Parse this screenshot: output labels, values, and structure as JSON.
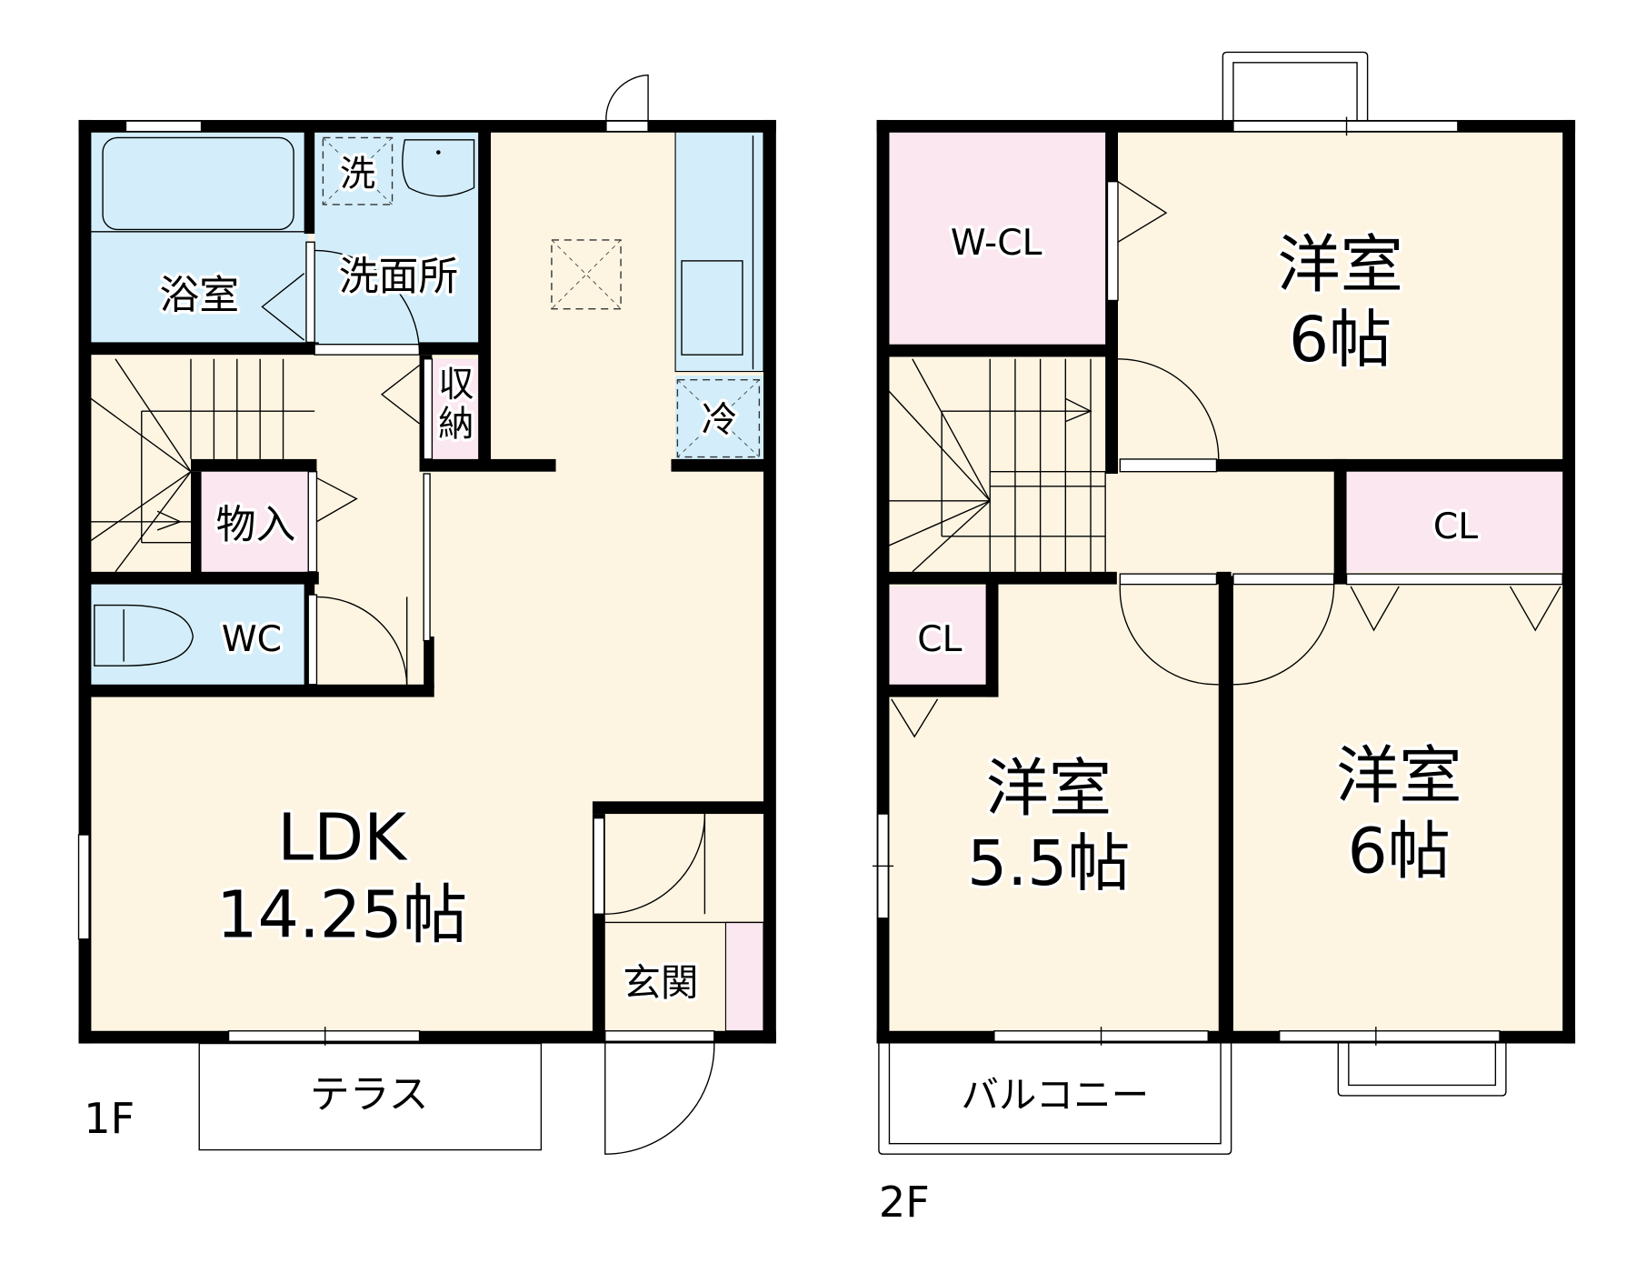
{
  "colors": {
    "wall": "#000000",
    "living_floor": "#FDF5E2",
    "wet_area": "#D3EEFA",
    "storage": "#FBE7F0",
    "background": "#FFFFFF"
  },
  "floor1": {
    "label": "1F",
    "rooms": {
      "bath": "浴室",
      "washroom": "洗面所",
      "washer": "洗",
      "storage": "収納",
      "closet": "物入",
      "wc": "WC",
      "fridge": "冷",
      "ldk_name": "LDK",
      "ldk_size": "14.25帖",
      "entrance": "玄関",
      "terrace": "テラス"
    }
  },
  "floor2": {
    "label": "2F",
    "rooms": {
      "walk_in_closet": "W-CL",
      "room_ne_name": "洋室",
      "room_ne_size": "6帖",
      "closet_center": "CL",
      "closet_west": "CL",
      "room_sw_name": "洋室",
      "room_sw_size": "5.5帖",
      "room_se_name": "洋室",
      "room_se_size": "6帖",
      "balcony": "バルコニー"
    }
  }
}
